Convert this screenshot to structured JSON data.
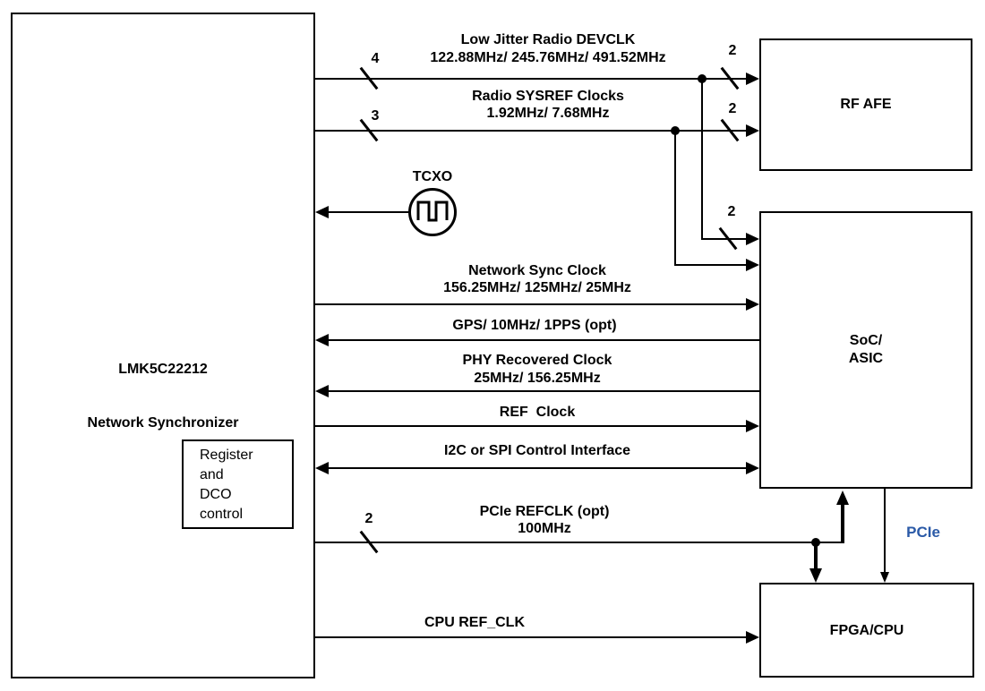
{
  "blocks": {
    "lmk": {
      "line1": "LMK5C22212",
      "line2": "Network Synchronizer"
    },
    "register": {
      "line1": "Register",
      "line2": "and",
      "line3": "DCO",
      "line4": "control"
    },
    "rf_afe": {
      "label": "RF AFE"
    },
    "soc": {
      "line1": "SoC/",
      "line2": "ASIC"
    },
    "fpga": {
      "label": "FPGA/CPU"
    }
  },
  "tcxo": {
    "label": "TCXO"
  },
  "signals": {
    "devclk": {
      "name": "Low Jitter Radio DEVCLK",
      "freqs": "122.88MHz/ 245.76MHz/ 491.52MHz",
      "lmk_bus_width": "4",
      "afe_bus_width": "2",
      "soc_bus_width": "2"
    },
    "sysref": {
      "name": "Radio SYSREF Clocks",
      "freqs": "1.92MHz/ 7.68MHz",
      "lmk_bus_width": "3",
      "afe_bus_width": "2"
    },
    "network_sync": {
      "name": "Network Sync Clock",
      "freqs": "156.25MHz/ 125MHz/ 25MHz"
    },
    "gps": {
      "name": "GPS/ 10MHz/ 1PPS (opt)"
    },
    "phy": {
      "name": "PHY Recovered Clock",
      "freqs": "25MHz/ 156.25MHz"
    },
    "ref_clock": {
      "name": "REF  Clock"
    },
    "i2c": {
      "name": "I2C or SPI Control Interface"
    },
    "pcie_refclk": {
      "name": "PCIe REFCLK (opt)",
      "freqs": "100MHz",
      "bus_width": "2"
    },
    "pcie_link": {
      "name": "PCIe"
    },
    "cpu_ref": {
      "name": "CPU REF_CLK"
    }
  },
  "colors": {
    "line": "#000000",
    "pcie_label": "#2B5AA7",
    "background": "#FFFFFF"
  }
}
